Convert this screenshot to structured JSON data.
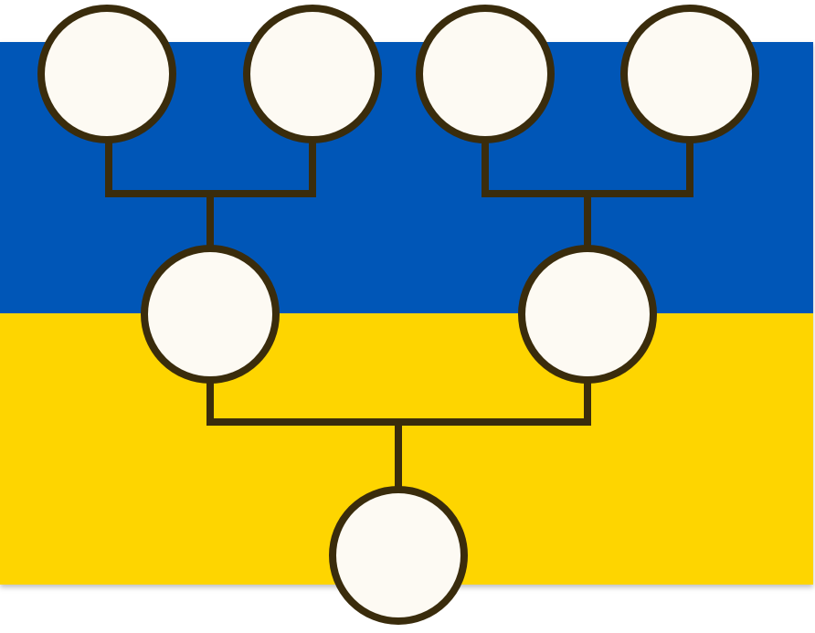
{
  "diagram": {
    "type": "family-tree",
    "generations": 3,
    "node_count": 7,
    "nodes_labeled": false
  },
  "colors": {
    "flag_blue": "#0357b7",
    "flag_yellow": "#fed500",
    "node_fill": "#fdfaf3",
    "node_stroke": "#3a2c0c",
    "connector": "#3a2c0c",
    "background": "#ffffff"
  }
}
